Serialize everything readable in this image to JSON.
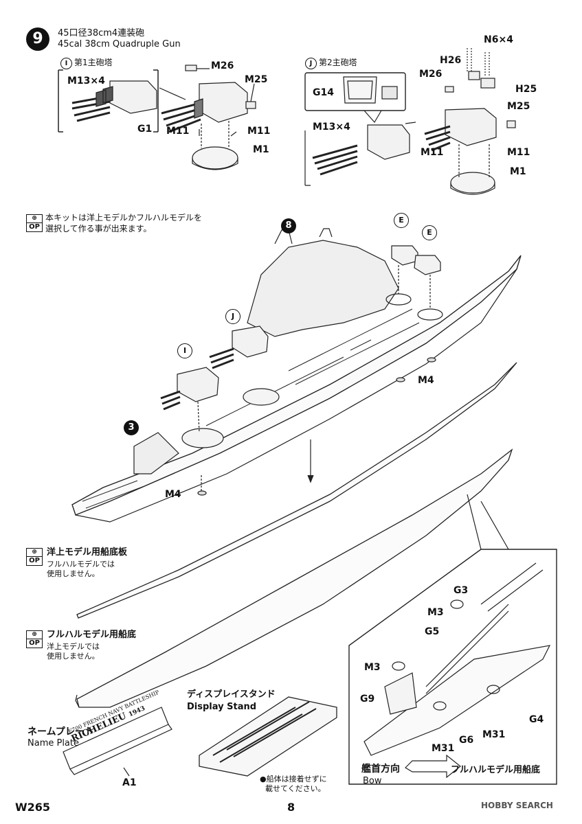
{
  "step": {
    "number": "9",
    "title_jp": "45口径38cm4連装砲",
    "title_en": "45cal 38cm Quadruple Gun"
  },
  "turret1": {
    "circle": "I",
    "label": "第1主砲塔",
    "parts": {
      "m13": "M13×4",
      "g1": "G1",
      "m26": "M26",
      "m25": "M25",
      "m11a": "M11",
      "m11b": "M11",
      "m1": "M1"
    }
  },
  "turret2": {
    "circle": "J",
    "label": "第2主砲塔",
    "parts": {
      "g14": "G14",
      "m13": "M13×4",
      "n6": "N6×4",
      "h26": "H26",
      "m26": "M26",
      "h25": "H25",
      "m25": "M25",
      "m11a": "M11",
      "m11b": "M11",
      "m1": "M1"
    }
  },
  "option1": {
    "op_top": "⊕",
    "op_bottom": "OP",
    "text_line1": "本キットは洋上モデルかフルハルモデルを",
    "text_line2": "選択して作る事が出来ます。"
  },
  "ship": {
    "callouts": {
      "step8": "8",
      "step3": "3",
      "e1": "E",
      "e2": "E",
      "j": "J",
      "i": "I",
      "m4a": "M4",
      "m4b": "M4"
    }
  },
  "option2": {
    "op_top": "⊕",
    "op_bottom": "OP",
    "title": "洋上モデル用船底板",
    "note_line1": "フルハルモデルでは",
    "note_line2": "使用しません。"
  },
  "option3": {
    "op_top": "⊕",
    "op_bottom": "OP",
    "title": "フルハルモデル用船底",
    "note_line1": "洋上モデルでは",
    "note_line2": "使用しません。"
  },
  "detail": {
    "parts": {
      "g3": "G3",
      "m3a": "M3",
      "g5": "G5",
      "m3b": "M3",
      "g9": "G9",
      "m31a": "M31",
      "g6": "G6",
      "m31b": "M31",
      "g4": "G4"
    },
    "bow_jp": "艦首方向",
    "bow_en": "Bow",
    "caption": "フルハルモデル用船底"
  },
  "stand": {
    "title_jp": "ディスプレイスタンド",
    "title_en": "Display Stand",
    "note_line1": "●船体は接着せずに",
    "note_line2": "載せてください。"
  },
  "nameplate": {
    "title_jp": "ネームプレート",
    "title_en": "Name Plate",
    "plate_line1": "E700 FRENCH NAVY BATTLESHIP",
    "plate_name": "RICHELIEU",
    "plate_year": "1943",
    "part": "A1"
  },
  "footer": {
    "code": "W265",
    "page": "8",
    "watermark": "HOBBY SEARCH"
  }
}
